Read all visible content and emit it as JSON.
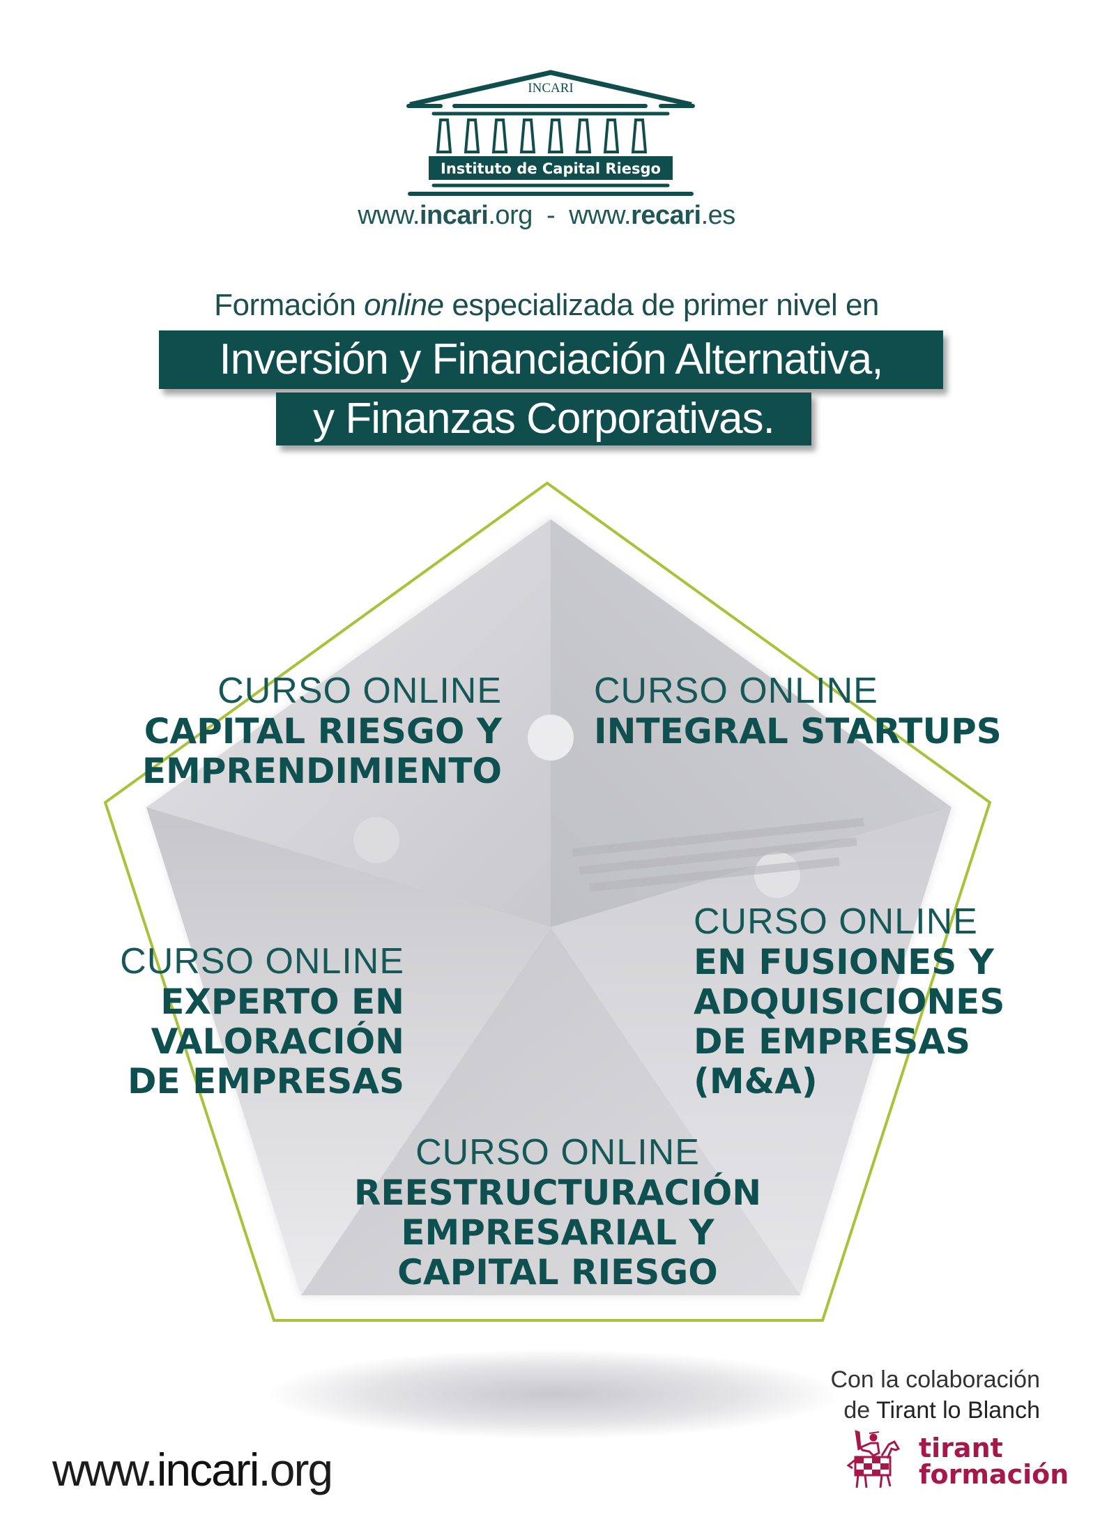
{
  "logo": {
    "name": "INCARI",
    "subtitle": "Instituto de Capital Riesgo",
    "column_count": 8
  },
  "header_urls": {
    "url1_prefix": "www.",
    "url1_bold": "incari",
    "url1_suffix": ".org",
    "separator": " - ",
    "url2_prefix": "www.",
    "url2_bold": "recari",
    "url2_suffix": ".es"
  },
  "headline": {
    "intro_before": "Formación ",
    "intro_italic": "online",
    "intro_after": " especializada de primer nivel en",
    "banner_line1": "Inversión y Financiación Alternativa,",
    "banner_line2": "y Finanzas Corporativas."
  },
  "courses": [
    {
      "kicker": "CURSO ONLINE",
      "title_lines": [
        "CAPITAL RIESGO Y",
        "EMPRENDIMIENTO"
      ]
    },
    {
      "kicker": "CURSO ONLINE",
      "title_lines": [
        "INTEGRAL STARTUPS"
      ]
    },
    {
      "kicker": "CURSO ONLINE",
      "title_lines": [
        "EN FUSIONES Y",
        "ADQUISICIONES",
        "DE EMPRESAS",
        "(M&A)"
      ]
    },
    {
      "kicker": "CURSO ONLINE",
      "title_lines": [
        "EXPERTO EN",
        "VALORACIÓN",
        "DE EMPRESAS"
      ]
    },
    {
      "kicker": "CURSO ONLINE",
      "title_lines": [
        "REESTRUCTURACIÓN",
        "EMPRESARIAL Y",
        "CAPITAL RIESGO"
      ]
    }
  ],
  "footer": {
    "url_prefix": "www.",
    "url_main": "incari",
    "url_suffix": ".org",
    "collab_line1": "Con la colaboración",
    "collab_line2_prefix": "de ",
    "collab_line2_brand": "Tirant lo Blanch",
    "partner_word1": "tirant",
    "partner_word2": "formación",
    "partner_icon": "knight-on-horse-icon"
  },
  "colors": {
    "brand_teal": "#0f4e4d",
    "outline_lime": "#a8c23a",
    "partner_crimson": "#a6174a"
  }
}
